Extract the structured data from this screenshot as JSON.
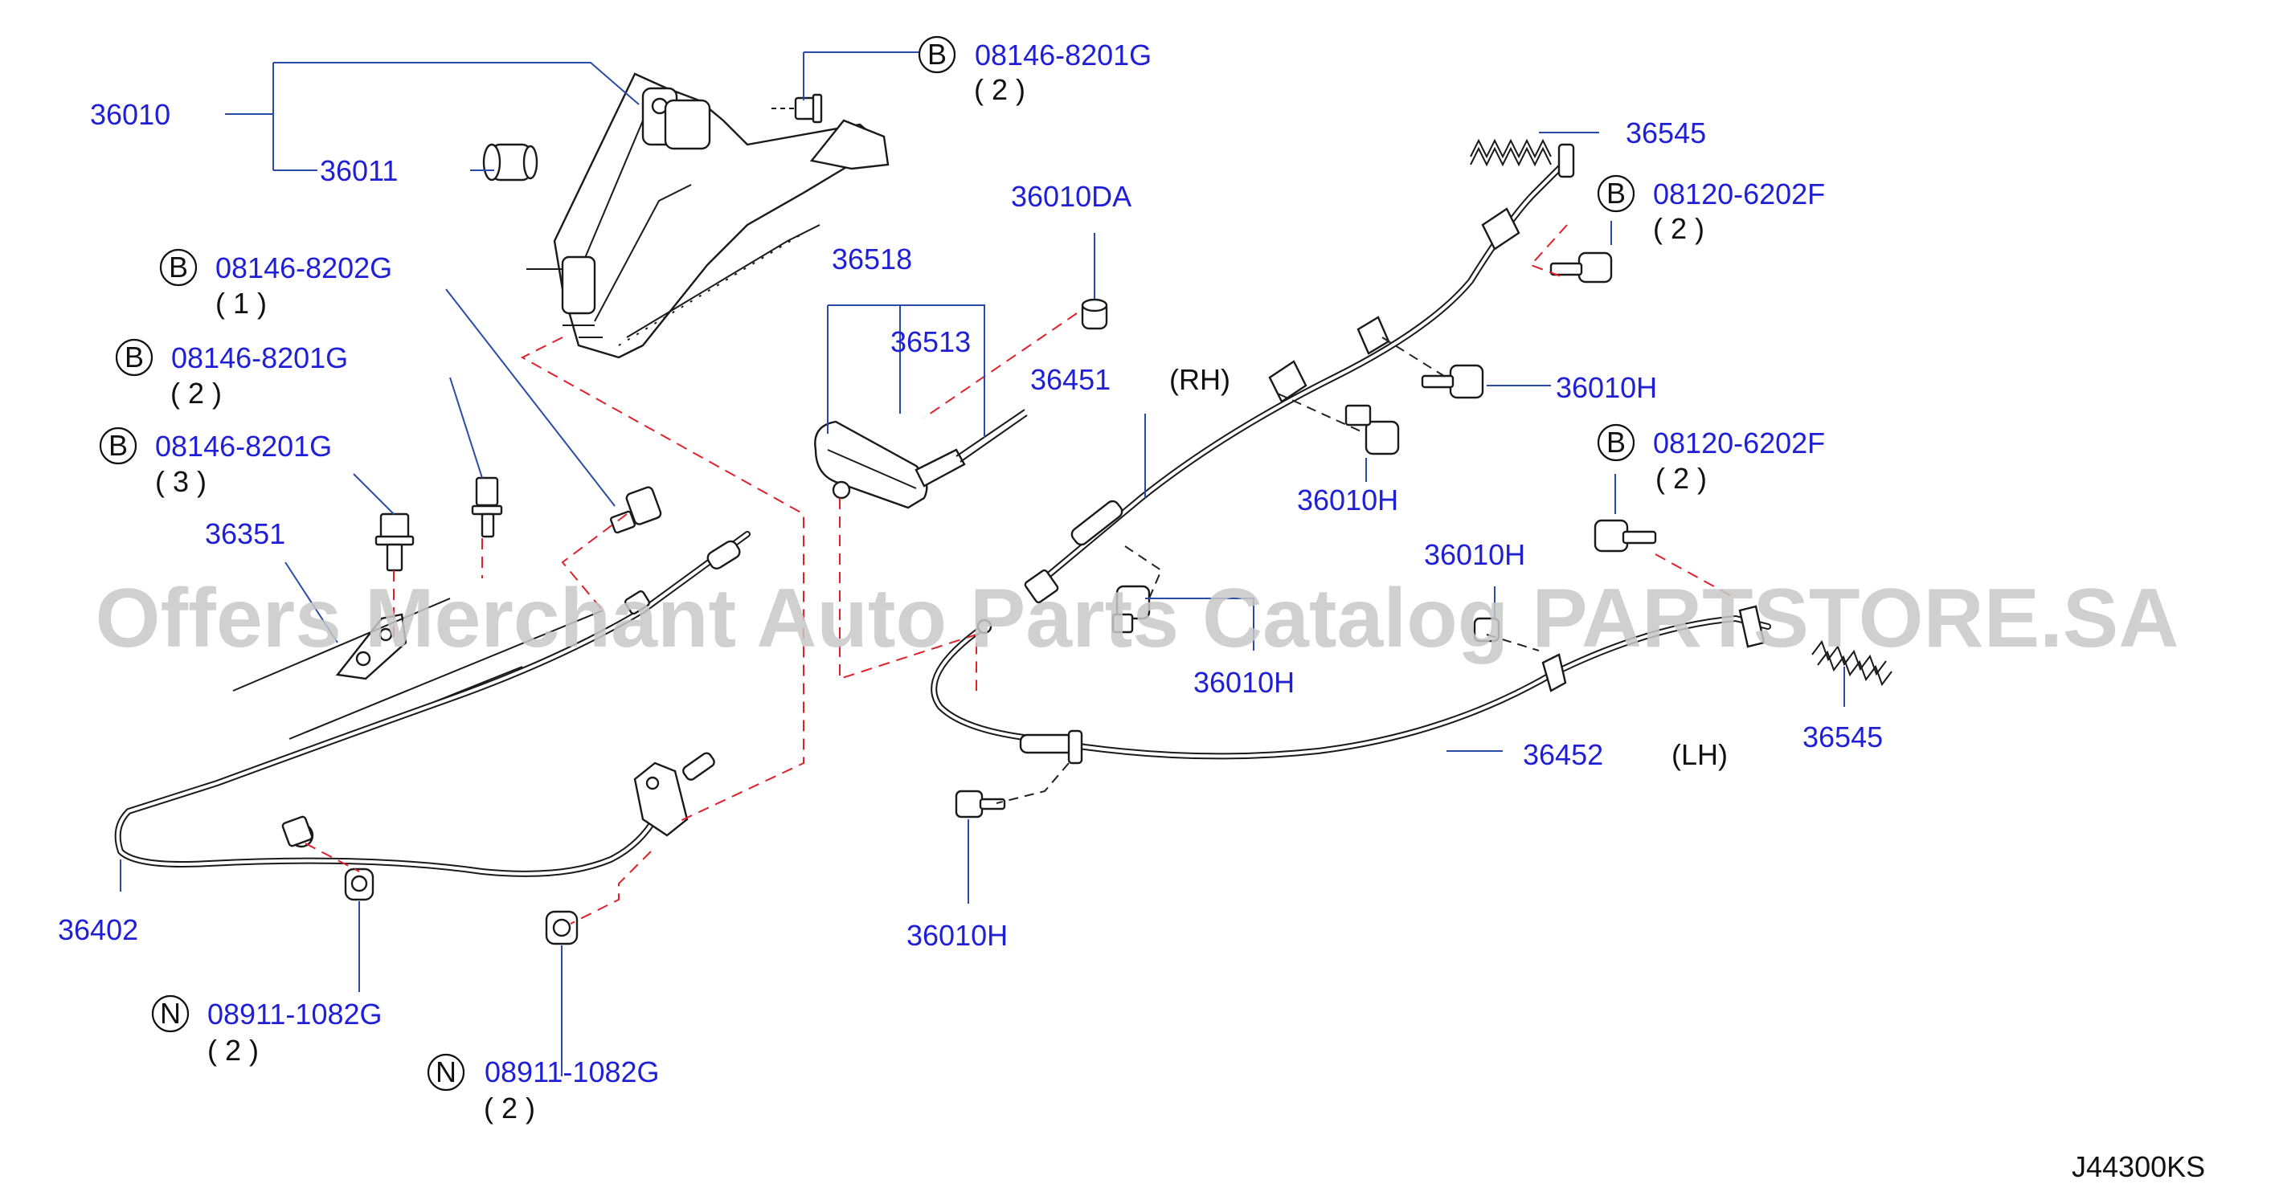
{
  "diagram": {
    "watermark": "Offers Merchant Auto Parts Catalog PARTSTORE.SA",
    "code": "J44300KS",
    "side_labels": {
      "rh": "(RH)",
      "lh": "(LH)"
    },
    "callouts": [
      {
        "id": "36010",
        "text": "36010"
      },
      {
        "id": "36011",
        "text": "36011"
      },
      {
        "id": "b1",
        "badge": "B",
        "text": "08146-8201G",
        "qty": "( 2 )"
      },
      {
        "id": "b2",
        "badge": "B",
        "text": "08146-8202G",
        "qty": "( 1 )"
      },
      {
        "id": "b3",
        "badge": "B",
        "text": "08146-8201G",
        "qty": "( 2 )"
      },
      {
        "id": "b4",
        "badge": "B",
        "text": "08146-8201G",
        "qty": "( 3 )"
      },
      {
        "id": "36351",
        "text": "36351"
      },
      {
        "id": "36518",
        "text": "36518"
      },
      {
        "id": "36513",
        "text": "36513"
      },
      {
        "id": "36010DA",
        "text": "36010DA"
      },
      {
        "id": "36451",
        "text": "36451"
      },
      {
        "id": "36545a",
        "text": "36545"
      },
      {
        "id": "b5",
        "badge": "B",
        "text": "08120-6202F",
        "qty": "( 2 )"
      },
      {
        "id": "36010Ha",
        "text": "36010H"
      },
      {
        "id": "36010Hb",
        "text": "36010H"
      },
      {
        "id": "b6",
        "badge": "B",
        "text": "08120-6202F",
        "qty": "( 2 )"
      },
      {
        "id": "36010Hc",
        "text": "36010H"
      },
      {
        "id": "36010Hd",
        "text": "36010H"
      },
      {
        "id": "36545b",
        "text": "36545"
      },
      {
        "id": "36452",
        "text": "36452"
      },
      {
        "id": "36010He",
        "text": "36010H"
      },
      {
        "id": "36402",
        "text": "36402"
      },
      {
        "id": "n1",
        "badge": "N",
        "text": "08911-1082G",
        "qty": "( 2 )"
      },
      {
        "id": "n2",
        "badge": "N",
        "text": "08911-1082G",
        "qty": "( 2 )"
      }
    ]
  }
}
